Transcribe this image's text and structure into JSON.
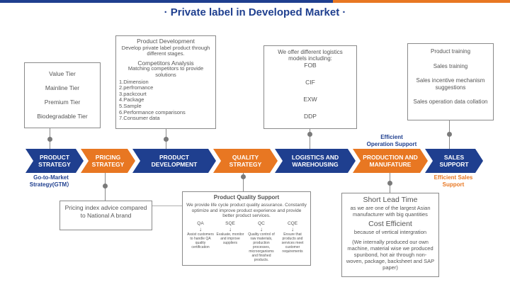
{
  "title": "· Private label in Developed Market ·",
  "stages": [
    {
      "label": "PRODUCT\nSTRATEGY",
      "color": "#1f3f8f"
    },
    {
      "label": "PRICING\nSTRATEGY",
      "color": "#e87722"
    },
    {
      "label": "PRODUCT\nDEVELOPMENT",
      "color": "#1f3f8f"
    },
    {
      "label": "QUALITY\nSTRATEGY",
      "color": "#e87722"
    },
    {
      "label": "LOGISTICS AND\nWAREHOUSING",
      "color": "#1f3f8f"
    },
    {
      "label": "PRODUCTION AND\nMANUFATURE",
      "color": "#e87722"
    },
    {
      "label": "SALES\nSUPPORT",
      "color": "#1f3f8f"
    }
  ],
  "labels": {
    "gtm": "Go-to-Market\nStrategy(GTM）",
    "efficient_op": "Efficient\nOperation Support",
    "efficient_sales": "Efficient Sales\nSupport"
  },
  "tiers": [
    "Value Tier",
    "Mainline Tier",
    "Premium Tier",
    "Biodegradable Tier"
  ],
  "product_dev": {
    "h1": "Product Development",
    "t1": "Develop private label product through different stages.",
    "h2": "Competitors Analysis",
    "t2": "Matching competitors to provide solutions",
    "steps": [
      "1.Dimension",
      "2.perfromance",
      "3.packcourt",
      "4.Package",
      "5.Sample",
      "6.Performance comparisons",
      "7.Consumer data"
    ]
  },
  "logistics": {
    "intro": "We offer different logistics models including:",
    "models": [
      "FOB",
      "CIF",
      "EXW",
      "DDP"
    ]
  },
  "sales_items": [
    "Product training",
    "Sales training",
    "Sales incentive mechanism suggestions",
    "Sales operation data collation"
  ],
  "pricing": "Pricing index advice compared to National A brand",
  "quality": {
    "title": "Product Quality Support",
    "desc": "We provide life cycle product quality assurance. Constantly optimize and improve product experience and provide better product services.",
    "items": [
      {
        "code": "QA",
        "text": "Assist customers to handle QA quality certification"
      },
      {
        "code": "SQE",
        "text": "Evaluate, monitor and improve suppliers"
      },
      {
        "code": "QC",
        "text": "Quality control of raw materials, production processes, microorganisms and finished products."
      },
      {
        "code": "CQE",
        "text": "Ensure that products and services meet customer requirements"
      }
    ]
  },
  "production": {
    "h1": "Short Lead Time",
    "t1": "as we are one of the largest Asian manufacturer with big quantities",
    "h2": "Cost Efficient",
    "t2": "because of vertical intergration",
    "t3": "(We internally produced our own machine, material wise we produced spunbond, hot air through non-woven, package, backsheet and SAP paper)"
  }
}
